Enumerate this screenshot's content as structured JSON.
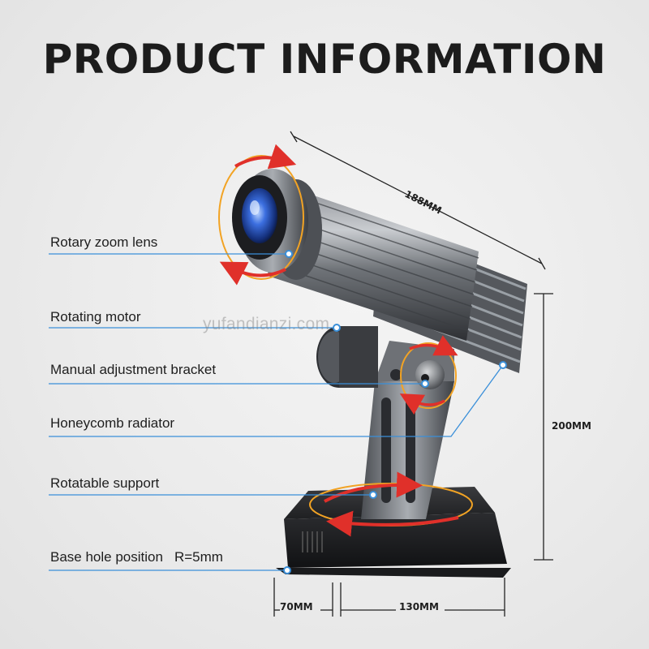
{
  "title": "PRODUCT INFORMATION",
  "watermark": "yufandianzi.com",
  "labels": {
    "rotary_zoom_lens": "Rotary zoom lens",
    "rotating_motor": "Rotating motor",
    "manual_adjustment_bracket": "Manual adjustment bracket",
    "honeycomb_radiator": "Honeycomb radiator",
    "rotatable_support": "Rotatable support",
    "base_hole_position": "Base hole position",
    "base_hole_radius": "R=5mm"
  },
  "dimensions": {
    "length": "188MM",
    "height": "200MM",
    "base_depth": "70MM",
    "base_width": "130MM"
  },
  "colors": {
    "callout_line": "#3a8fd9",
    "rotation_arrow": "#e0302a",
    "rotation_ring": "#f2a324",
    "lens_blue": "#3c6fe0"
  }
}
